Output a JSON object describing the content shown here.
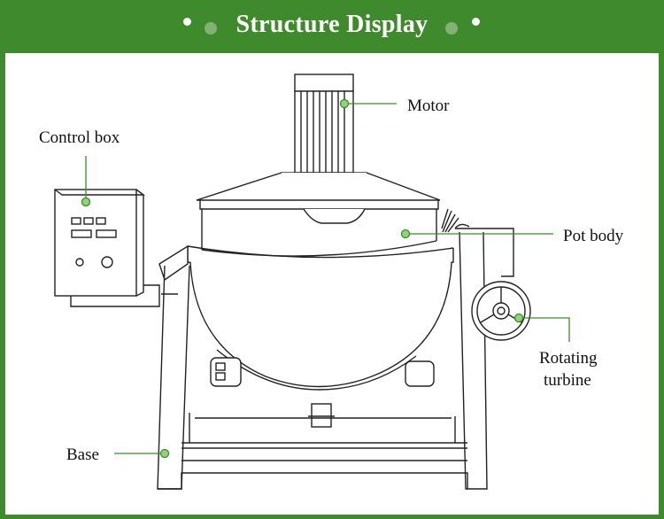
{
  "header": {
    "title": "Structure Display",
    "background_color": "#3e8a2c"
  },
  "labels": {
    "motor": "Motor",
    "control_box": "Control box",
    "pot_body": "Pot body",
    "rotating_turbine_line1": "Rotating",
    "rotating_turbine_line2": "turbine",
    "base": "Base"
  },
  "colors": {
    "leader_line": "#3e8a2c",
    "marker_fill": "#8fd47a",
    "drawing_stroke": "#222222"
  }
}
